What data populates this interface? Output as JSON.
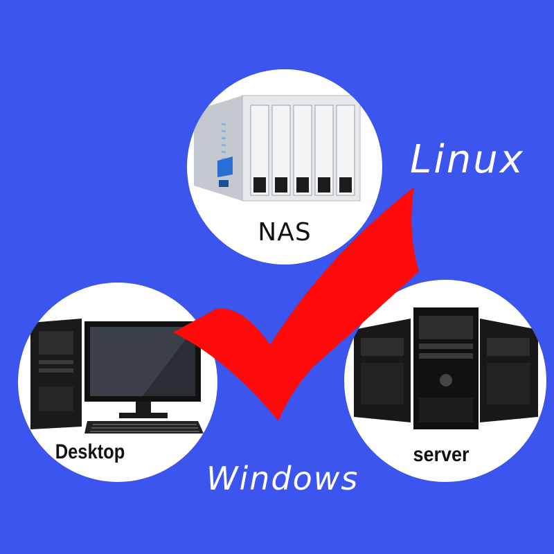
{
  "labels": {
    "nas": "NAS",
    "desktop": "Desktop",
    "server": "server",
    "linux": "Linux",
    "windows": "Windows"
  },
  "colors": {
    "background": "#3c55ef",
    "check": "#ff0a0a",
    "circle": "#ffffff",
    "os_text": "#ffffff"
  },
  "icons": [
    "nas-device-icon",
    "desktop-computer-icon",
    "tower-server-icon",
    "checkmark-icon"
  ]
}
